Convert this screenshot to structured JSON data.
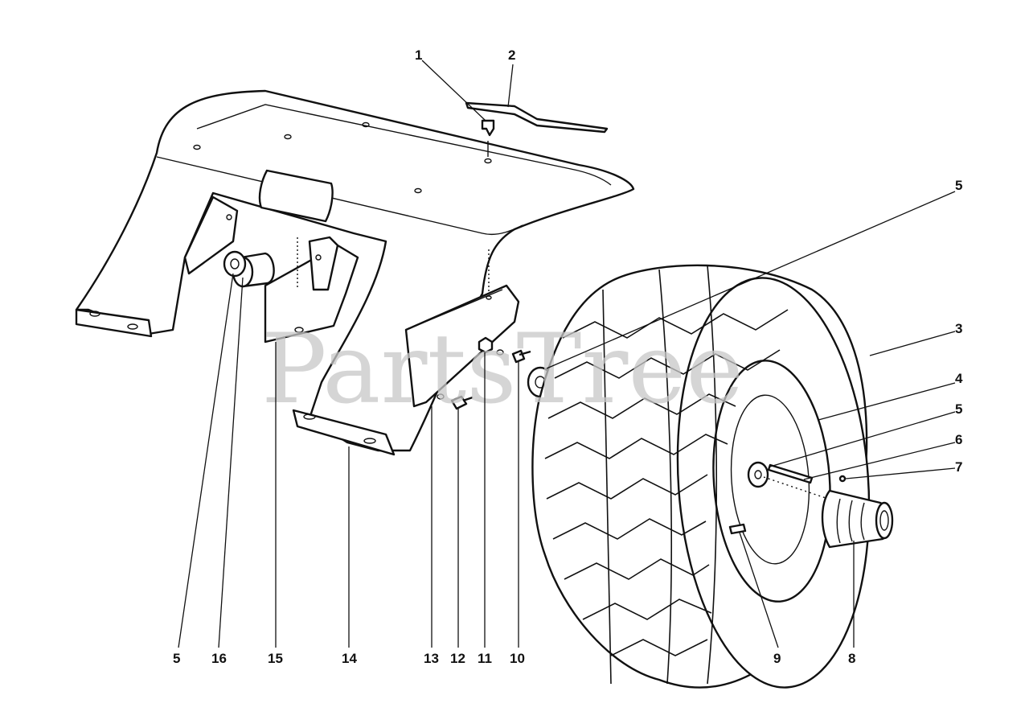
{
  "watermark": "PartsTree",
  "callouts": [
    "1",
    "2",
    "3",
    "4",
    "5",
    "6",
    "7",
    "8",
    "9",
    "10",
    "11",
    "12",
    "13",
    "14",
    "15",
    "16"
  ],
  "callout_5": "5"
}
